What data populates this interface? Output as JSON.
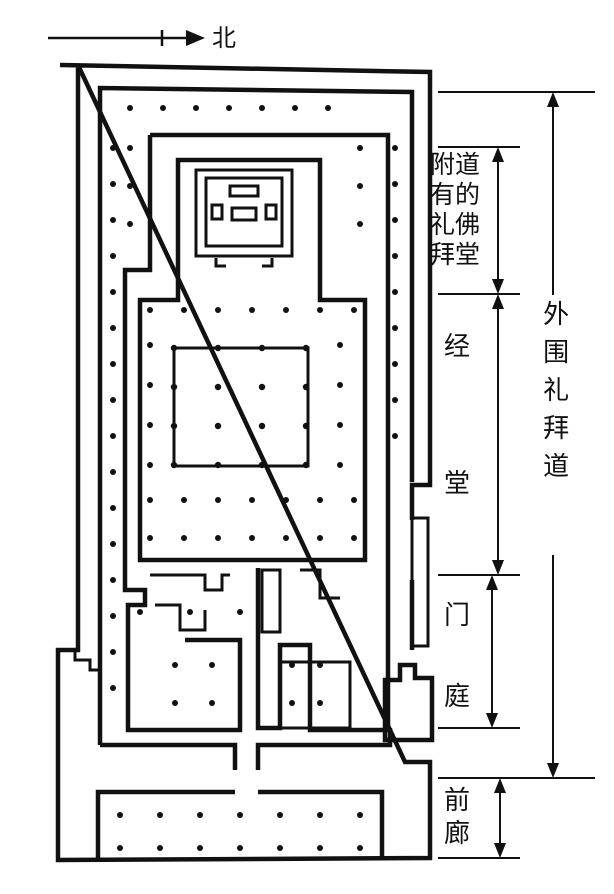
{
  "north_label": "北",
  "labels": {
    "side_hall": "附道\n有的\n礼佛\n拜堂",
    "scripture_hall": "经\n\n\n\n堂",
    "gate_court": "门\n\n庭",
    "front_porch": "前\n廊",
    "outer_path": "外围礼拜道"
  }
}
